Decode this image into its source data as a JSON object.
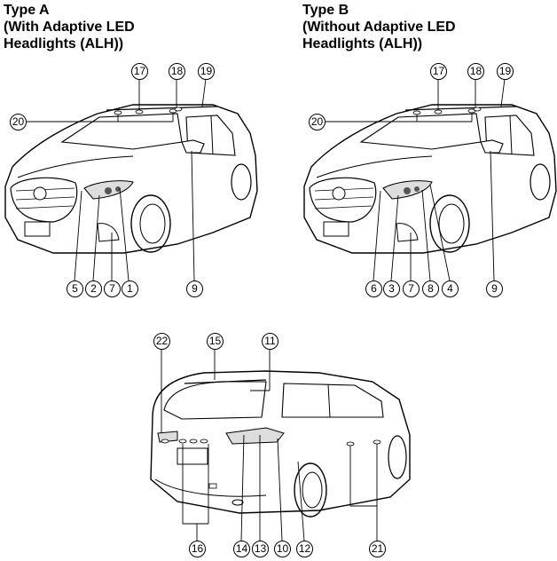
{
  "type_a": {
    "title_line1": "Type A",
    "title_line2": "(With Adaptive LED",
    "title_line3": "Headlights (ALH))"
  },
  "type_b": {
    "title_line1": "Type B",
    "title_line2": "(Without Adaptive LED",
    "title_line3": "Headlights (ALH))"
  },
  "callouts": {
    "a17": "17",
    "a18": "18",
    "a19": "19",
    "a20": "20",
    "a5": "5",
    "a2": "2",
    "a7": "7",
    "a1": "1",
    "a9": "9",
    "b17": "17",
    "b18": "18",
    "b19": "19",
    "b20": "20",
    "b6": "6",
    "b3": "3",
    "b7": "7",
    "b8": "8",
    "b4": "4",
    "b9": "9",
    "r22": "22",
    "r15": "15",
    "r11": "11",
    "r16": "16",
    "r14": "14",
    "r13": "13",
    "r10": "10",
    "r12": "12",
    "r21": "21"
  }
}
